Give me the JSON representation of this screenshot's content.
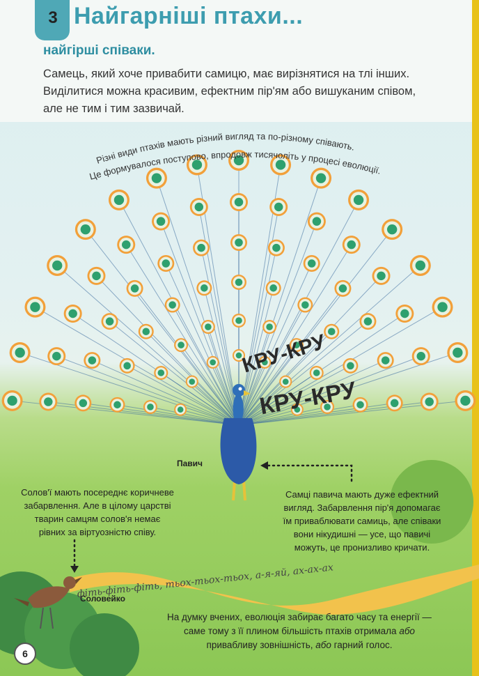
{
  "header": {
    "chapter_number": "3",
    "title": "Найгарніші птахи...",
    "subtitle": "найгірші співаки."
  },
  "intro_lines": [
    "Самець, який хоче привабити самицю, має вирізнятися на тлі інших.",
    "Виділитися можна красивим, ефектним пір'ям або вишуканим співом,",
    "але не тим і тим зазвичай."
  ],
  "arc_caption": {
    "line1": "Різні види птахів мають різний вигляд та по-різному співають.",
    "line2": "Це формувалося поступово, впродовж тисячоліть у процесі еволюції."
  },
  "peacock": {
    "sound_1": "КРУ-КРУ",
    "sound_2": "КРУ-КРУ",
    "name": "Павич",
    "colors": {
      "body": "#2c5aa8",
      "feather_eye": "#e8f2e2",
      "eye_ring": "#2ea06e",
      "orange": "#f2a03a"
    }
  },
  "nightingale": {
    "name": "Соловейко",
    "song": "фіть-фіть-фіть, тьох-тьох-тьох, а-я-яй, ах-ах-ах",
    "caption": [
      "Солов'ї мають посереднє коричневе",
      "забарвлення. Але в цілому царстві",
      "тварин самцям солов'я немає",
      "рівних за віртуозністю співу."
    ]
  },
  "peacock_caption": [
    "Самці павича мають дуже ефектний",
    "вигляд. Забарвлення пір'я допомагає",
    "їм приваблювати самиць, але співаки",
    "вони нікудишні — усе, що павичі",
    "можуть, це пронизливо кричати."
  ],
  "conclusion": {
    "line1": "На думку вчених, еволюція забирає багато часу та енергії —",
    "line2_a": "саме тому з її плином більшість птахів отримала ",
    "line2_b": "або",
    "line3_a": "привабливу зовнішність, ",
    "line3_b": "або",
    "line3_c": " гарний голос."
  },
  "page_number": "6"
}
